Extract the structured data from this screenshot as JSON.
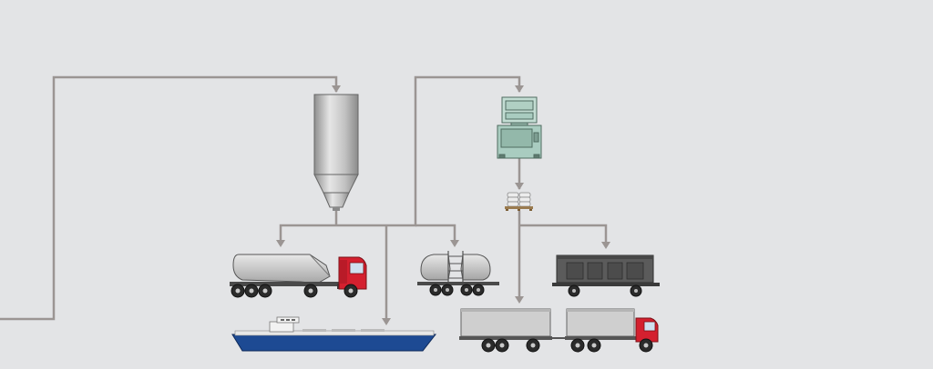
{
  "diagram": {
    "background": "#e3e4e6",
    "flow_line_color": "#9b9593",
    "nodes": [
      {
        "id": "silo",
        "icon": "cement-silo-icon"
      },
      {
        "id": "packing_machine",
        "icon": "packing-machine-icon"
      },
      {
        "id": "palletized_bags",
        "icon": "bag-pallet-icon"
      },
      {
        "id": "bulk_tanker_truck",
        "icon": "bulk-tanker-truck-icon"
      },
      {
        "id": "cargo_ship",
        "icon": "cargo-ship-icon"
      },
      {
        "id": "bulk_rail_wagon",
        "icon": "bulk-rail-wagon-icon"
      },
      {
        "id": "covered_rail_wagon",
        "icon": "covered-rail-wagon-icon"
      },
      {
        "id": "truck_with_trailer",
        "icon": "truck-trailer-icon"
      }
    ],
    "edges": [
      {
        "from": "source",
        "to": "silo"
      },
      {
        "from": "source",
        "to": "packing_machine"
      },
      {
        "from": "silo",
        "to": "bulk_tanker_truck"
      },
      {
        "from": "silo",
        "to": "cargo_ship"
      },
      {
        "from": "silo",
        "to": "bulk_rail_wagon"
      },
      {
        "from": "packing_machine",
        "to": "palletized_bags"
      },
      {
        "from": "palletized_bags",
        "to": "truck_with_trailer"
      },
      {
        "from": "palletized_bags",
        "to": "covered_rail_wagon"
      }
    ],
    "colors": {
      "truck_cab": "#d4202f",
      "ship_hull": "#1d4a93",
      "machine": "#a9ccc0",
      "silo": "#c6c6c6",
      "wagon": "#5b5b5b"
    }
  }
}
